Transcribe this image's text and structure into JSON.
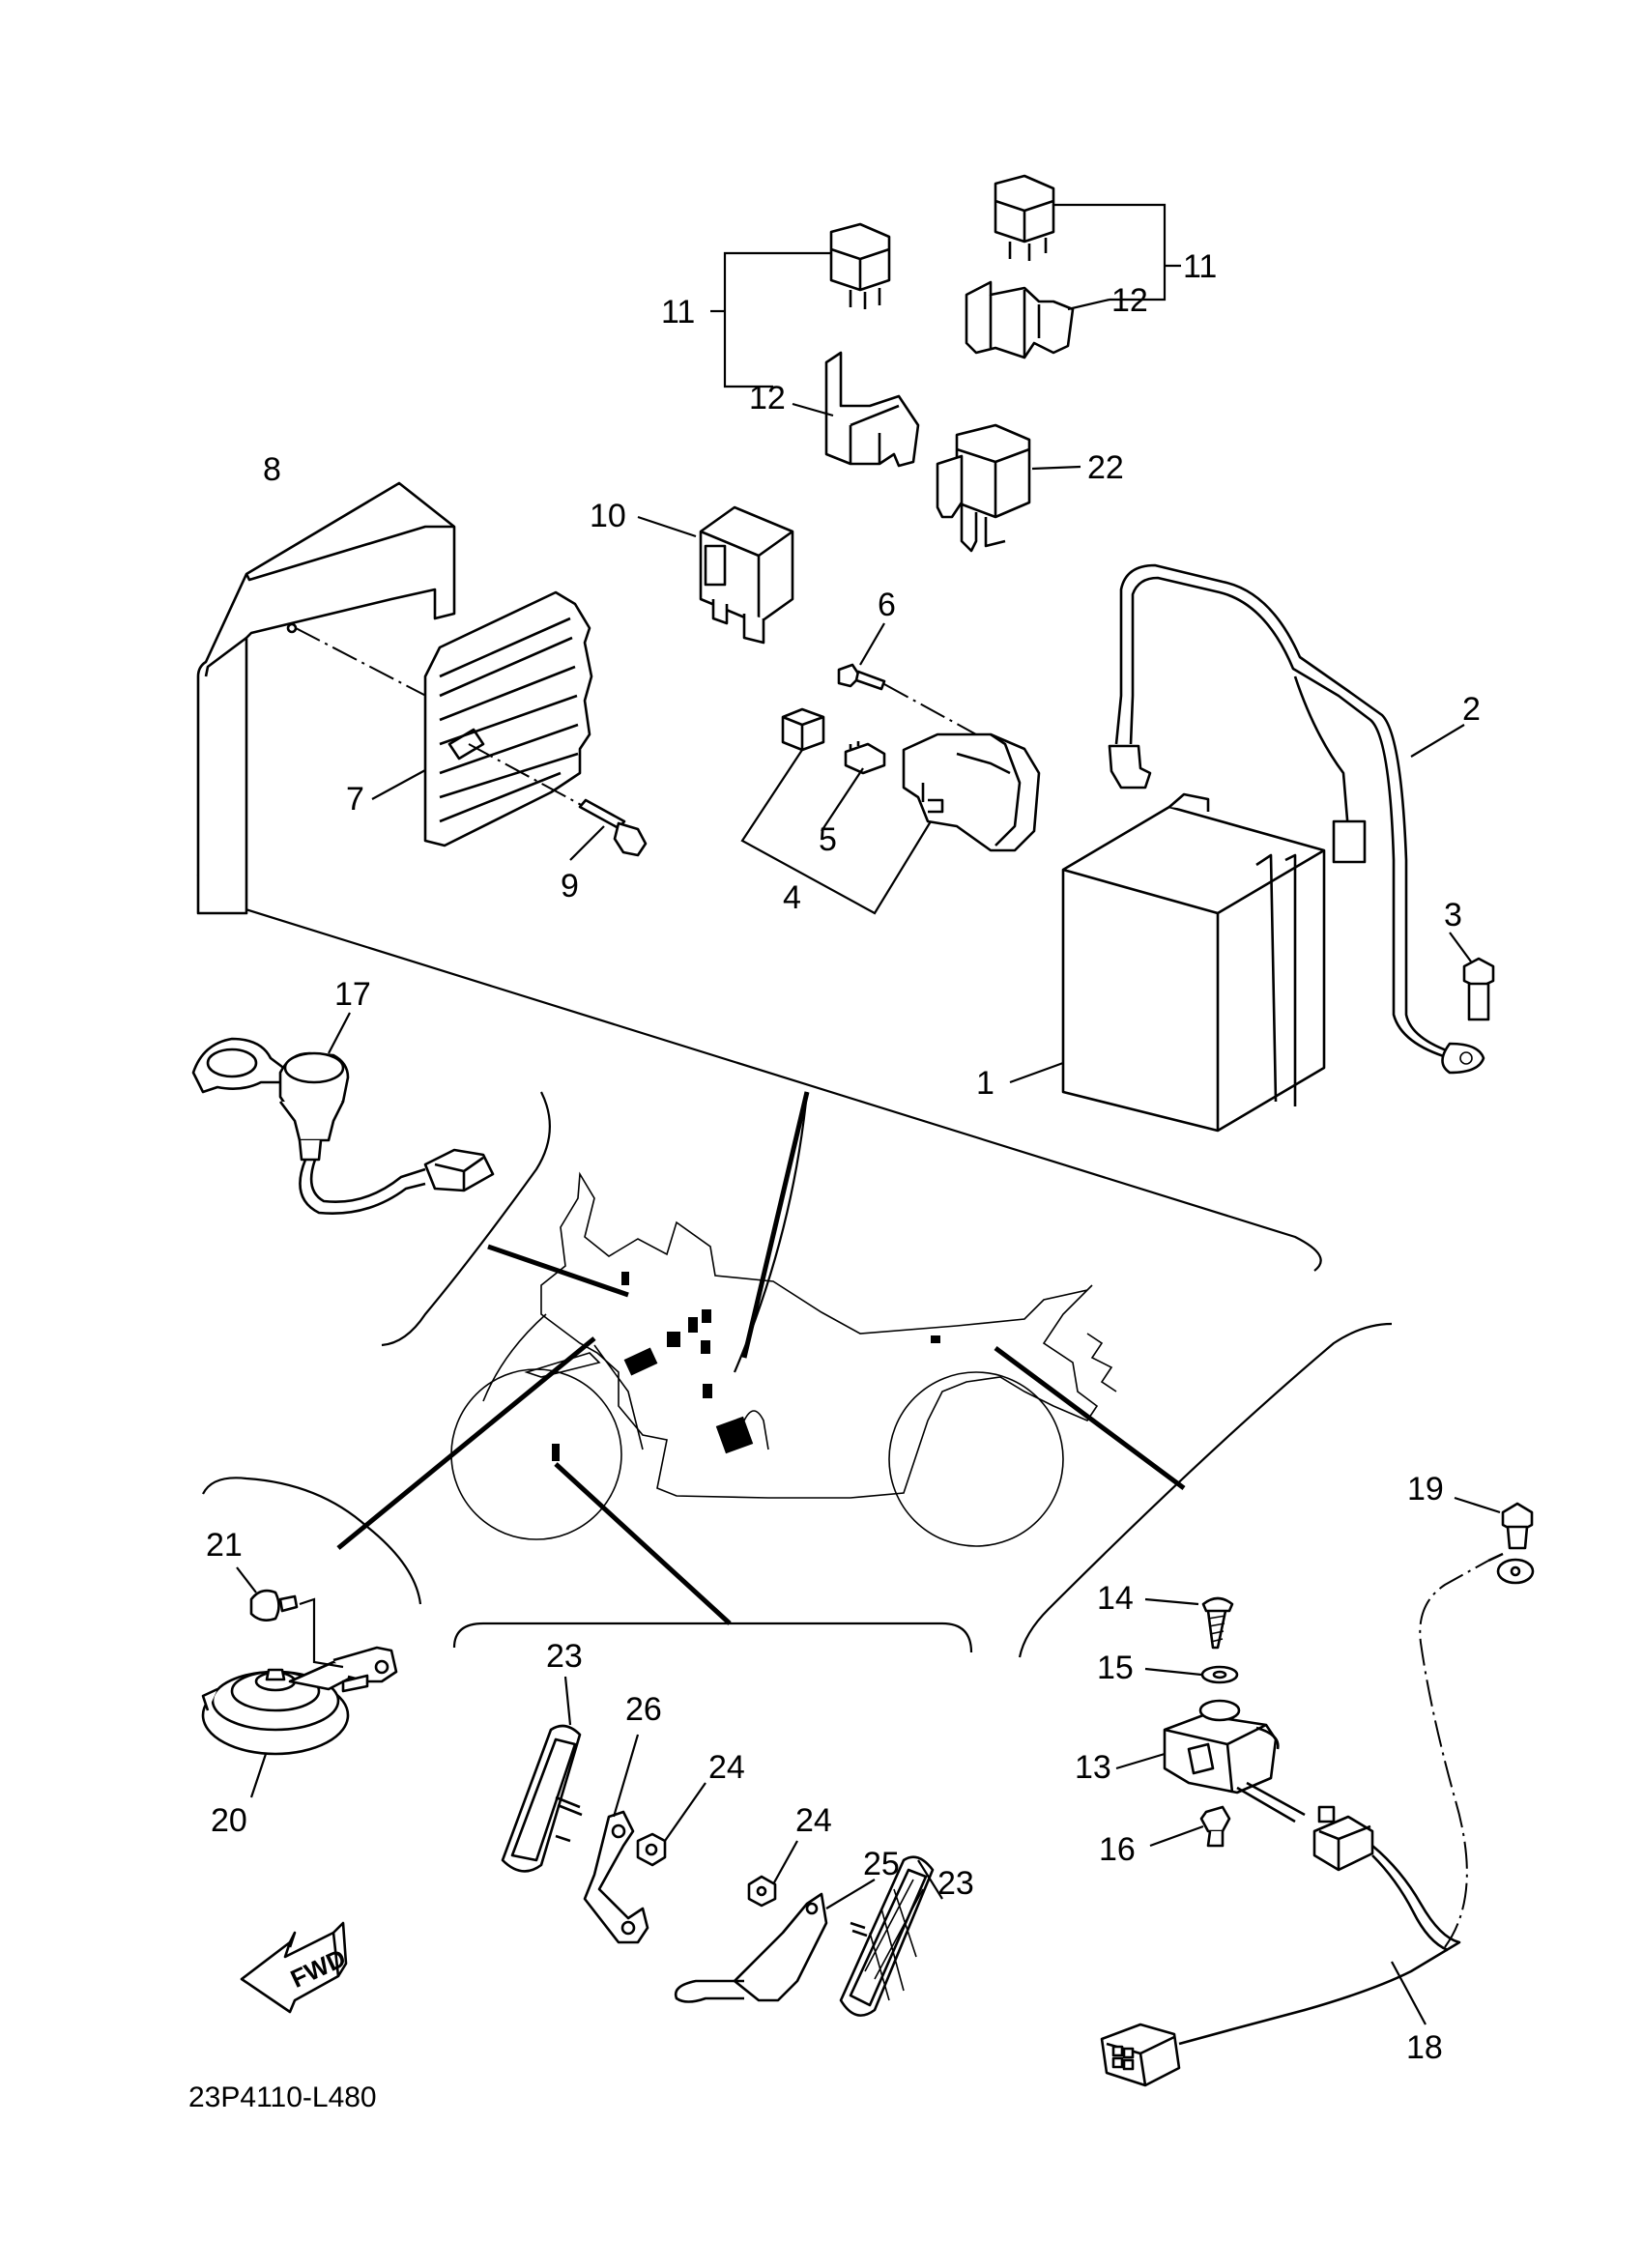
{
  "drawing_code": "23P4110-L480",
  "fwd_label": "FWD",
  "callouts": {
    "c1": "1",
    "c2": "2",
    "c3": "3",
    "c4": "4",
    "c5": "5",
    "c6": "6",
    "c7": "7",
    "c8": "8",
    "c9": "9",
    "c10": "10",
    "c11a": "11",
    "c11b": "11",
    "c12a": "12",
    "c12b": "12",
    "c13": "13",
    "c14": "14",
    "c15": "15",
    "c16": "16",
    "c17": "17",
    "c18": "18",
    "c19": "19",
    "c20": "20",
    "c21": "21",
    "c22": "22",
    "c23a": "23",
    "c23b": "23",
    "c24a": "24",
    "c24b": "24",
    "c25": "25",
    "c26": "26"
  }
}
